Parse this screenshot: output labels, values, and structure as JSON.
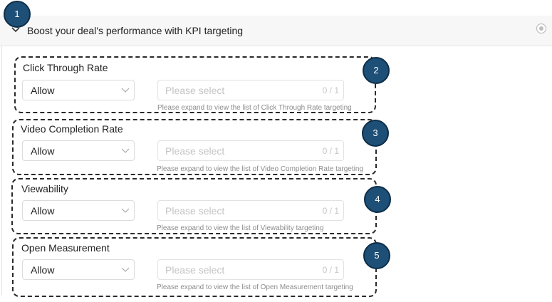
{
  "header": {
    "title": "Boost your deal's performance with KPI targeting"
  },
  "badges": [
    "1",
    "2",
    "3",
    "4",
    "5"
  ],
  "kpis": [
    {
      "title": "Click Through Rate",
      "select_value": "Allow",
      "placeholder": "Please select",
      "count": "0 / 1",
      "hint": "Please expand to view the list of Click Through Rate targeting"
    },
    {
      "title": "Video Completion Rate",
      "select_value": "Allow",
      "placeholder": "Please select",
      "count": "0 / 1",
      "hint": "Please expand to view the list of Video Completion Rate targeting"
    },
    {
      "title": "Viewability",
      "select_value": "Allow",
      "placeholder": "Please select",
      "count": "0 / 1",
      "hint": "Please expand to view the list of Viewability targeting"
    },
    {
      "title": "Open Measurement",
      "select_value": "Allow",
      "placeholder": "Please select",
      "count": "0 / 1",
      "hint": "Please expand to view the list of Open Measurement targeting"
    }
  ],
  "colors": {
    "badge_fill": "#1d4f77",
    "header_bg": "#f7f7f7"
  }
}
